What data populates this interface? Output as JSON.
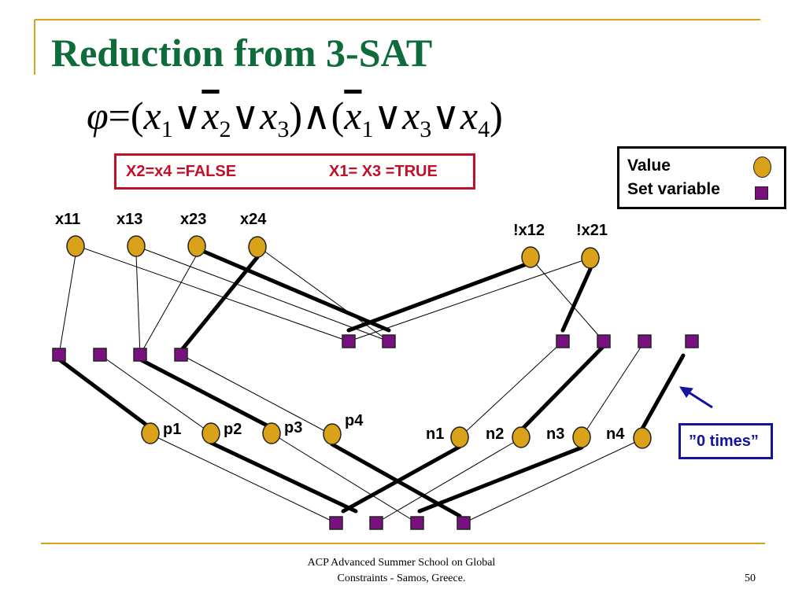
{
  "title": "Reduction from 3-SAT",
  "formula": {
    "phi": "φ",
    "eq": "=",
    "lparen": "(",
    "rparen": ")",
    "or": "∨",
    "and": "∧",
    "x": "x",
    "sub1": "1",
    "sub2": "2",
    "sub3": "3",
    "sub4": "4"
  },
  "assignment": {
    "false_text": "X2=x4 =FALSE",
    "true_text": "X1= X3 =TRUE"
  },
  "legend": {
    "value_label": "Value",
    "set_var_label": "Set variable"
  },
  "zero_times": "”0 times”",
  "node_labels": {
    "x11": "x11",
    "x13": "x13",
    "x23": "x23",
    "x24": "x24",
    "nx12": "!x12",
    "nx21": "!x21",
    "p1": "p1",
    "p2": "p2",
    "p3": "p3",
    "p4": "p4",
    "n1": "n1",
    "n2": "n2",
    "n3": "n3",
    "n4": "n4"
  },
  "footer": {
    "line1": "ACP Advanced Summer School on Global",
    "line2": "Constraints -  Samos, Greece."
  },
  "page_number": "50",
  "colors": {
    "title": "#0e6b3a",
    "value_node": "#d9a219",
    "set_variable_node": "#7a1080",
    "assignment_box": "#c0102a",
    "zero_times_box": "#14149a",
    "rule_gold": "#d9a219"
  }
}
